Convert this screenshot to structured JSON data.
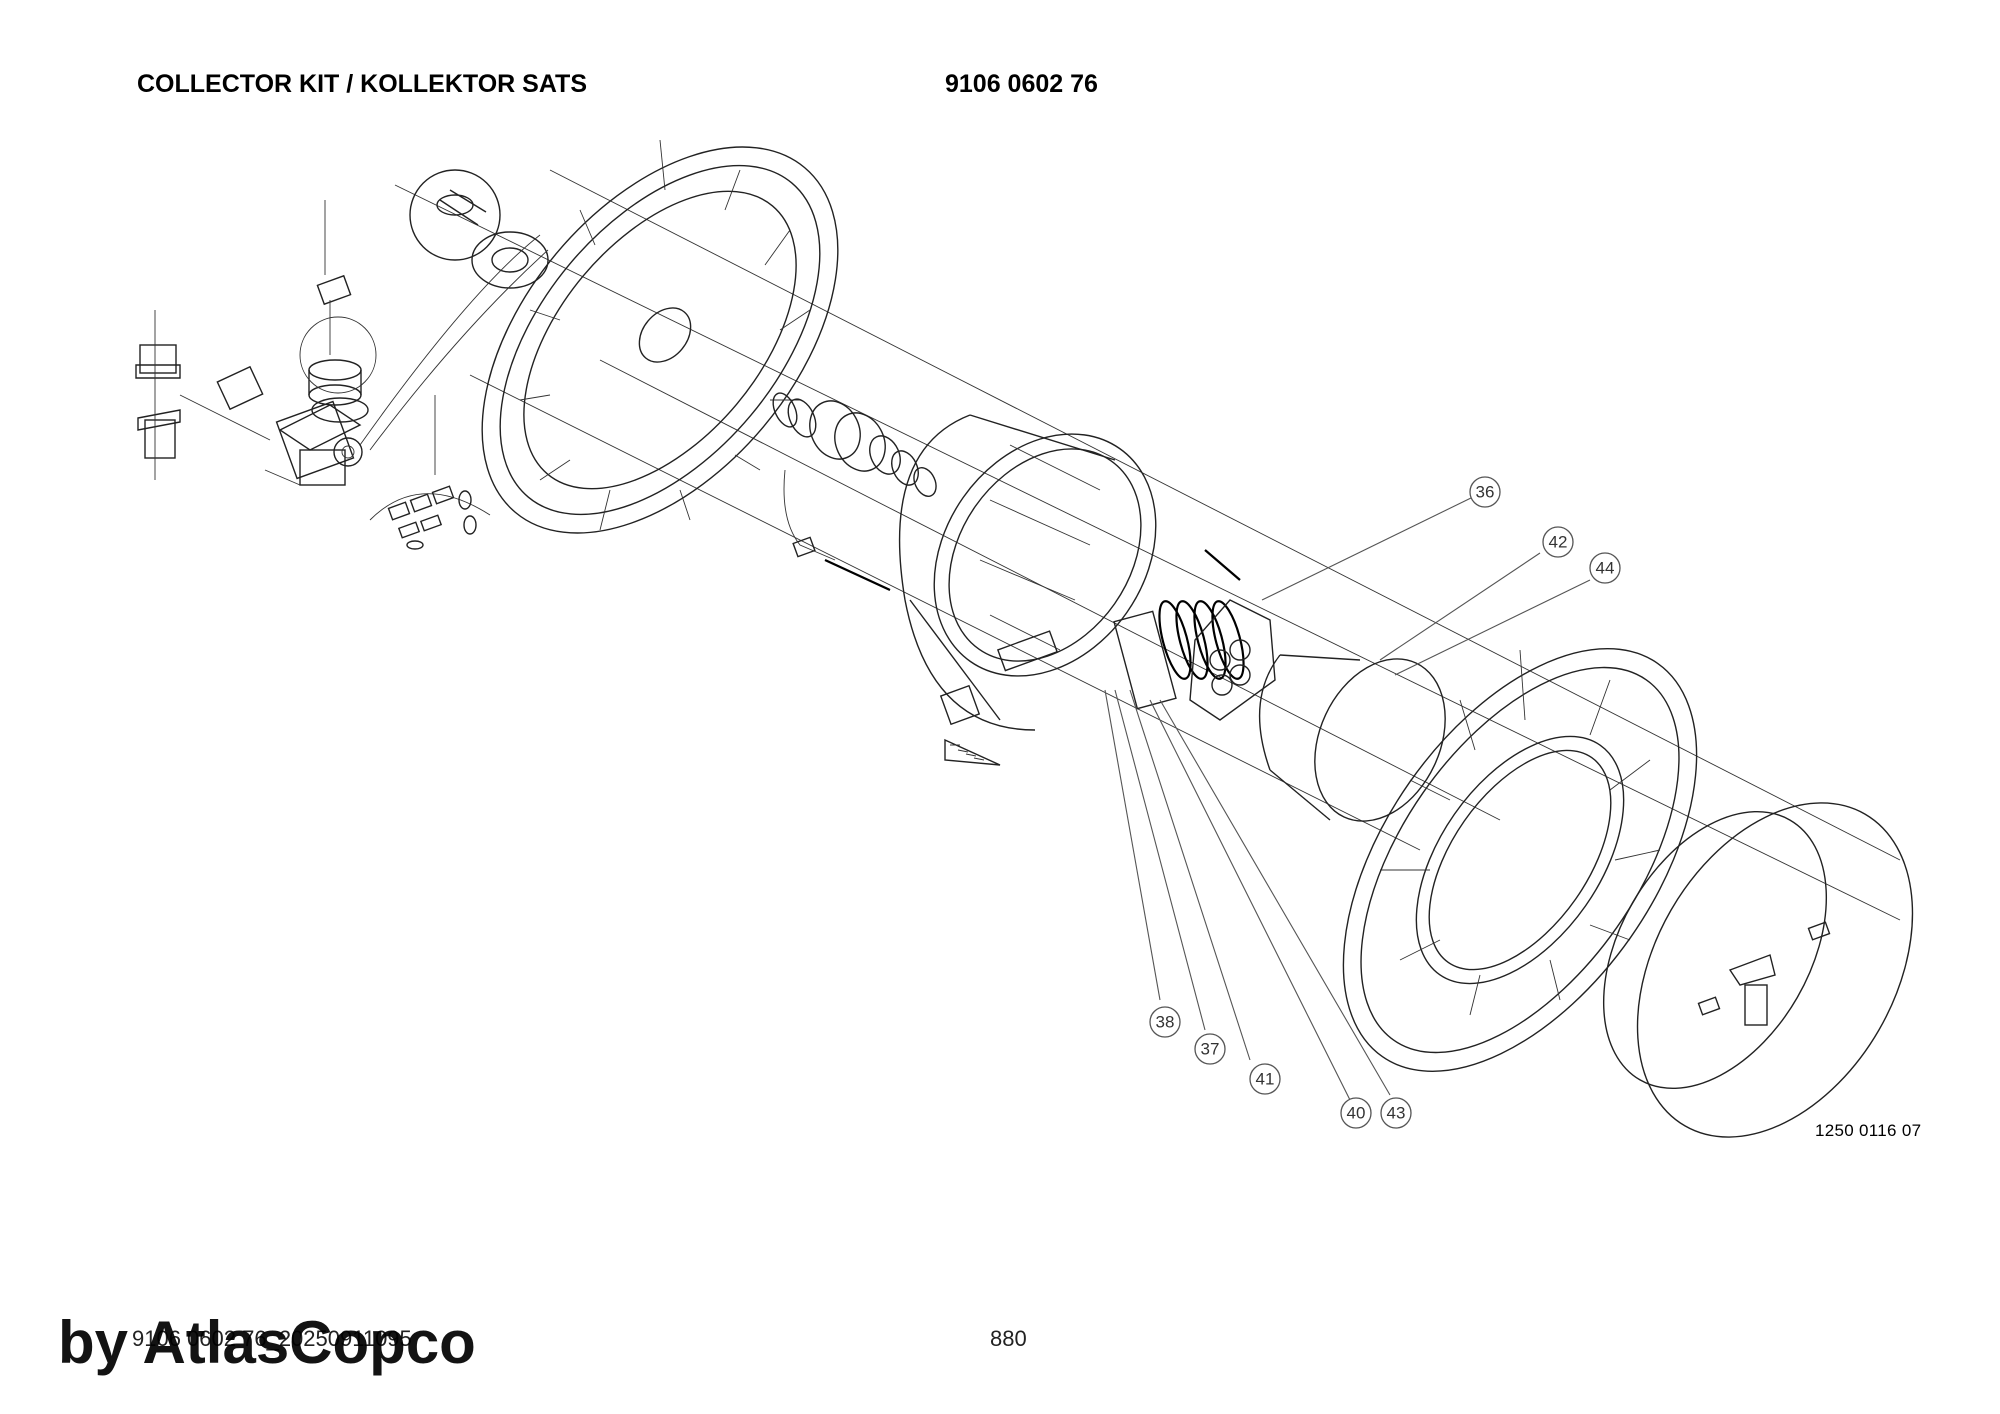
{
  "header": {
    "title": "COLLECTOR KIT / KOLLEKTOR SATS",
    "part_number": "9106 0602 76"
  },
  "drawing": {
    "drawing_number": "1250 0116 07",
    "callouts": [
      "36",
      "42",
      "44",
      "38",
      "37",
      "41",
      "40",
      "43"
    ]
  },
  "footer": {
    "document_id": "9106 0602 76_20250911095",
    "page_number": "880"
  },
  "watermark": {
    "text": "by AtlasCopco"
  }
}
